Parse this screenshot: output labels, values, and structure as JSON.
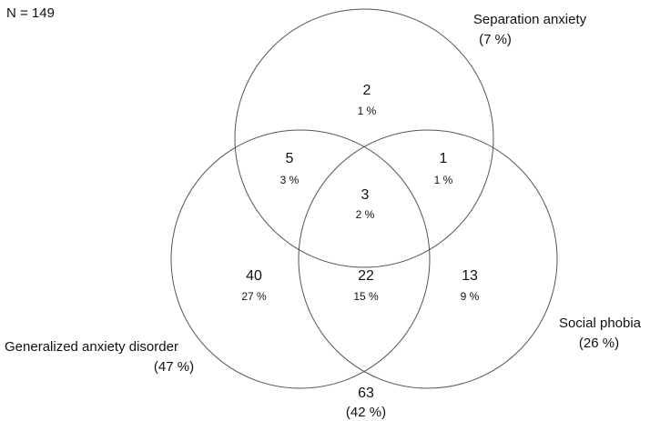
{
  "total_label": "N = 149",
  "sets": {
    "separation": {
      "name": "Separation anxiety",
      "pct": "(7 %)"
    },
    "gad": {
      "name": "Generalized anxiety disorder",
      "pct": "(47 %)"
    },
    "social": {
      "name": "Social phobia",
      "pct": "(26 %)"
    }
  },
  "regions": {
    "separation_only": {
      "count": "2",
      "pct": "1 %"
    },
    "separation_gad": {
      "count": "5",
      "pct": "3 %"
    },
    "separation_social": {
      "count": "1",
      "pct": "1 %"
    },
    "all_three": {
      "count": "3",
      "pct": "2 %"
    },
    "gad_only": {
      "count": "40",
      "pct": "27 %"
    },
    "gad_social": {
      "count": "22",
      "pct": "15 %"
    },
    "social_only": {
      "count": "13",
      "pct": "9 %"
    },
    "none": {
      "count": "63",
      "pct": "(42 %)"
    }
  }
}
